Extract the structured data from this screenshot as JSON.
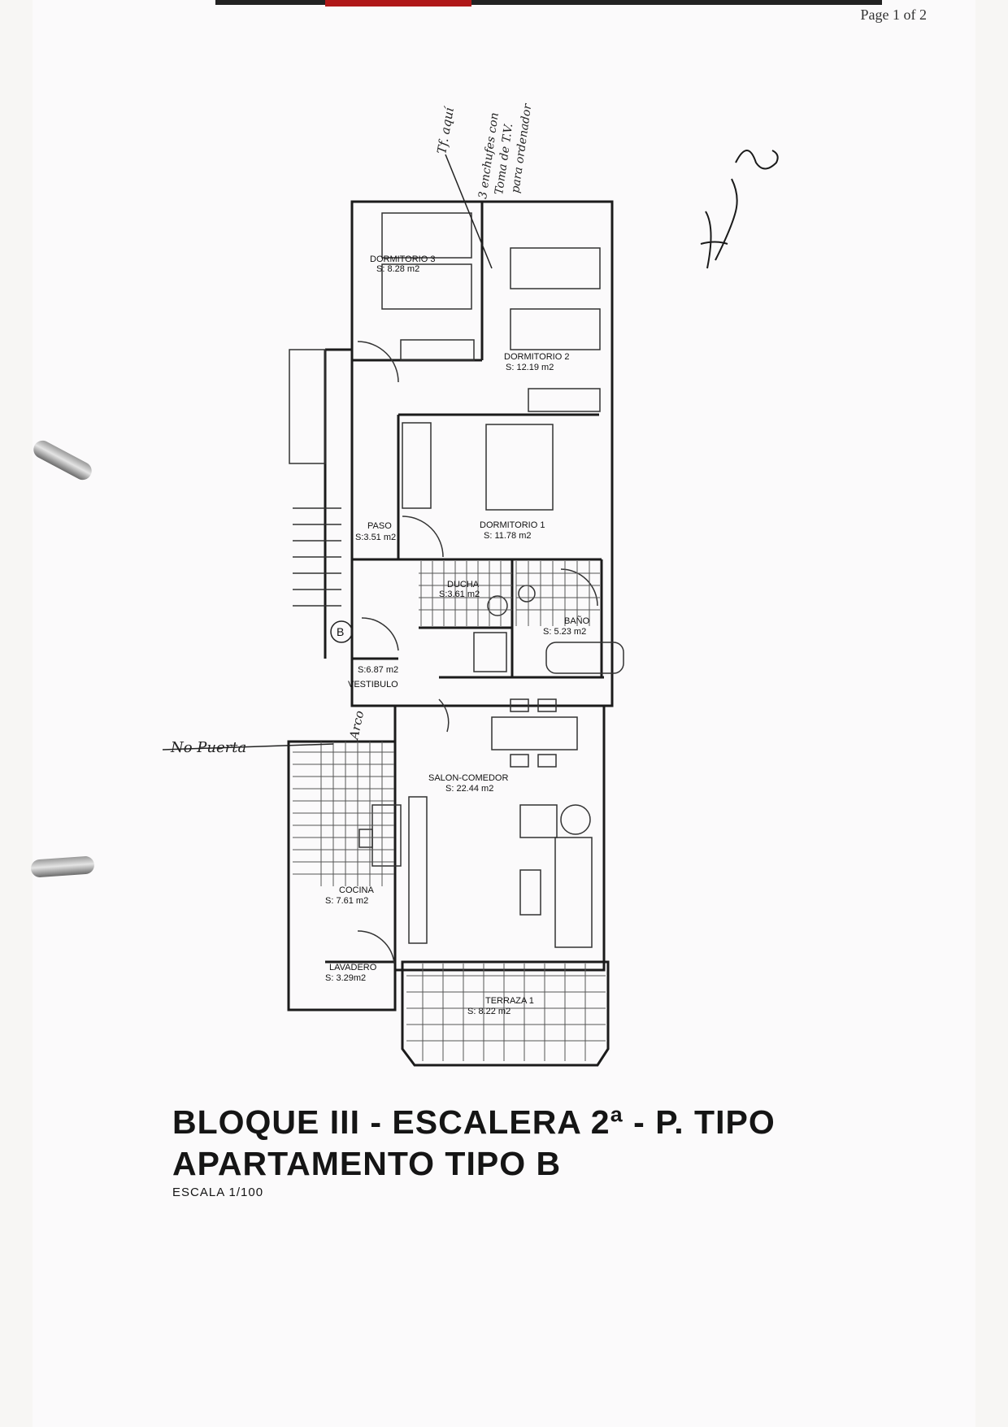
{
  "page": {
    "number_text": "Page 1 of 2"
  },
  "plan": {
    "rooms": {
      "dorm3": {
        "name": "DORMITORIO 3",
        "area": "S: 8.28 m2"
      },
      "dorm2": {
        "name": "DORMITORIO 2",
        "area": "S: 12.19 m2"
      },
      "dorm1": {
        "name": "DORMITORIO 1",
        "area": "S: 11.78 m2"
      },
      "paso": {
        "name": "PASO",
        "area": "S:3.51 m2"
      },
      "ducha": {
        "name": "DUCHA",
        "area": "S:3.61 m2"
      },
      "bano": {
        "name": "BAÑO",
        "area": "S: 5.23 m2"
      },
      "vestibulo": {
        "name": "VESTIBULO",
        "area": "S:6.87 m2"
      },
      "salon": {
        "name": "SALON-COMEDOR",
        "area": "S: 22.44 m2"
      },
      "cocina": {
        "name": "COCINA",
        "area": "S: 7.61 m2"
      },
      "lavadero": {
        "name": "LAVADERO",
        "area": "S: 3.29m2"
      },
      "terraza": {
        "name": "TERRAZA 1",
        "area": "S: 8.22 m2"
      }
    },
    "marker": "B"
  },
  "annotations": {
    "no_puerta": "No Puerta",
    "arco": "Arco",
    "tf_aqui": "Tf. aquí",
    "enchufes_lines": [
      "3 enchufes con",
      "Toma de T.V.",
      "para ordenador"
    ]
  },
  "title": {
    "line1": "BLOQUE III - ESCALERA 2ª - P. TIPO",
    "line2": "APARTAMENTO TIPO B",
    "scale": "ESCALA 1/100"
  }
}
